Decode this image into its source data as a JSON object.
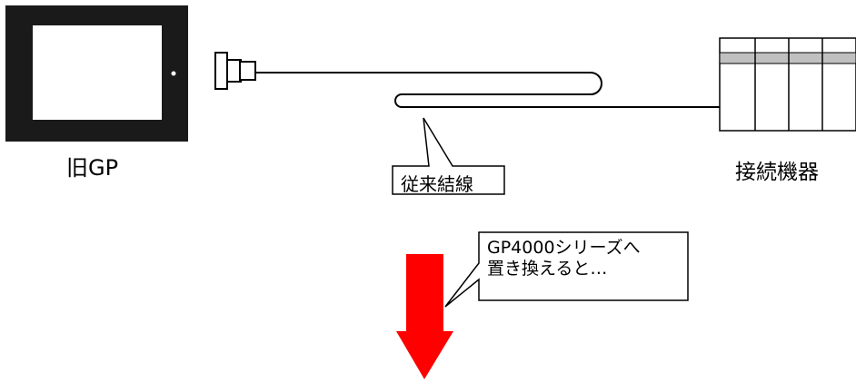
{
  "labels": {
    "old_gp": "旧GP",
    "connected_device": "接続機器",
    "conventional_wiring": "従来結線"
  },
  "callout": {
    "line1": "GP4000シリーズへ",
    "line2": "置き換えると…"
  },
  "colors": {
    "arrow": "#ff0000",
    "device_band": "#c0c0c0",
    "panel_frame": "#1a1a1a"
  }
}
